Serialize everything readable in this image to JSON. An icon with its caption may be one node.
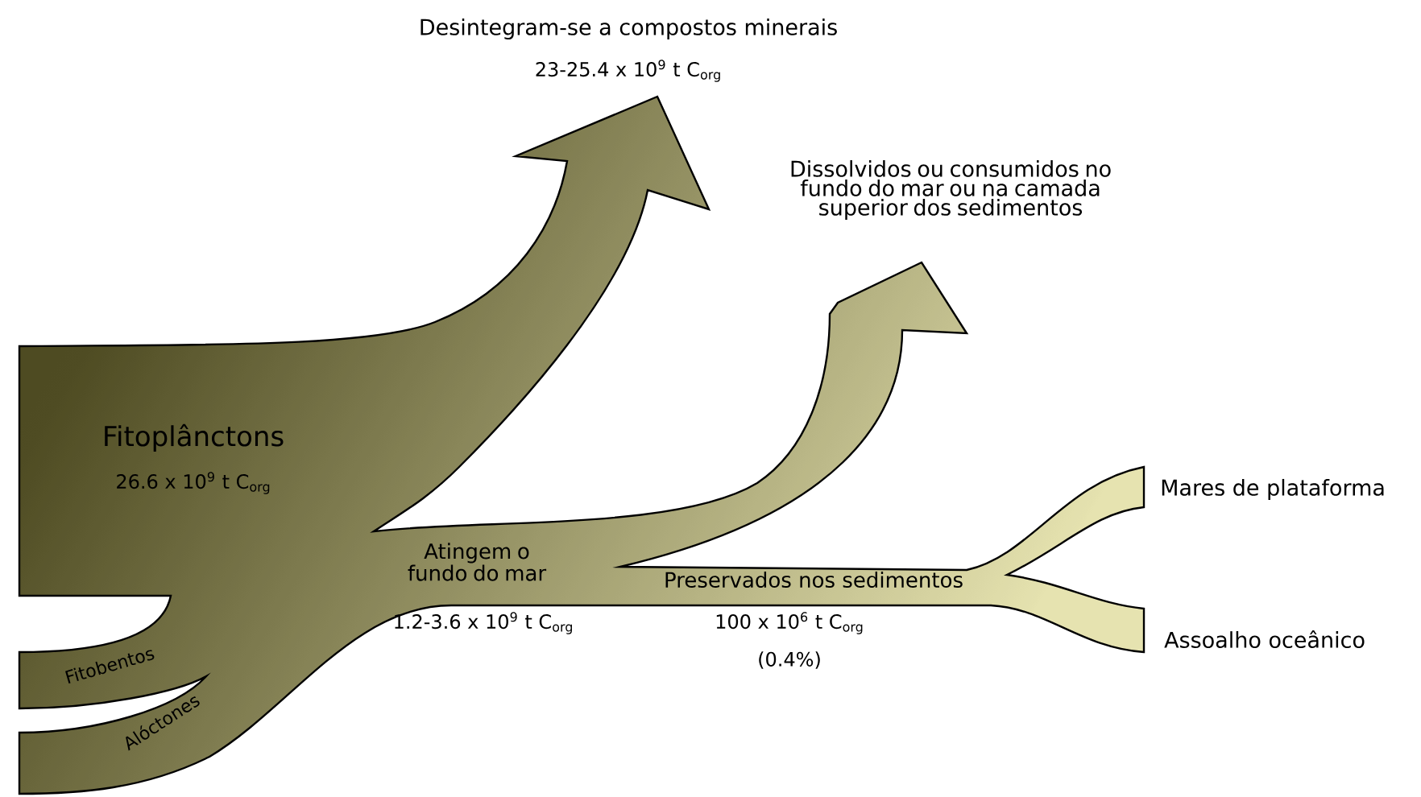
{
  "diagram": {
    "labels": [
      "Desintegram-se a compostos minerais",
      "23-25.4 x 10$^{9}$ t C$_{org}$",
      "Dissolvidos ou consumidos no fundo do mar ou na camada superior dos sedimentos",
      "Fitoplânctons",
      "26.6 x 10$^{9}$ t C$_{org}$",
      "Mares de plataforma",
      "Atingem o fundo do mar",
      "Preservados nos sedimentos",
      "Assoalho oceânico",
      "1.2-3.6 x 10$^{9}$ t C$_{org}$",
      "100 x 10$^{6}$ t C$_{org}$",
      "(0.4%)",
      "Fitobentos",
      "Alóctones"
    ]
  }
}
